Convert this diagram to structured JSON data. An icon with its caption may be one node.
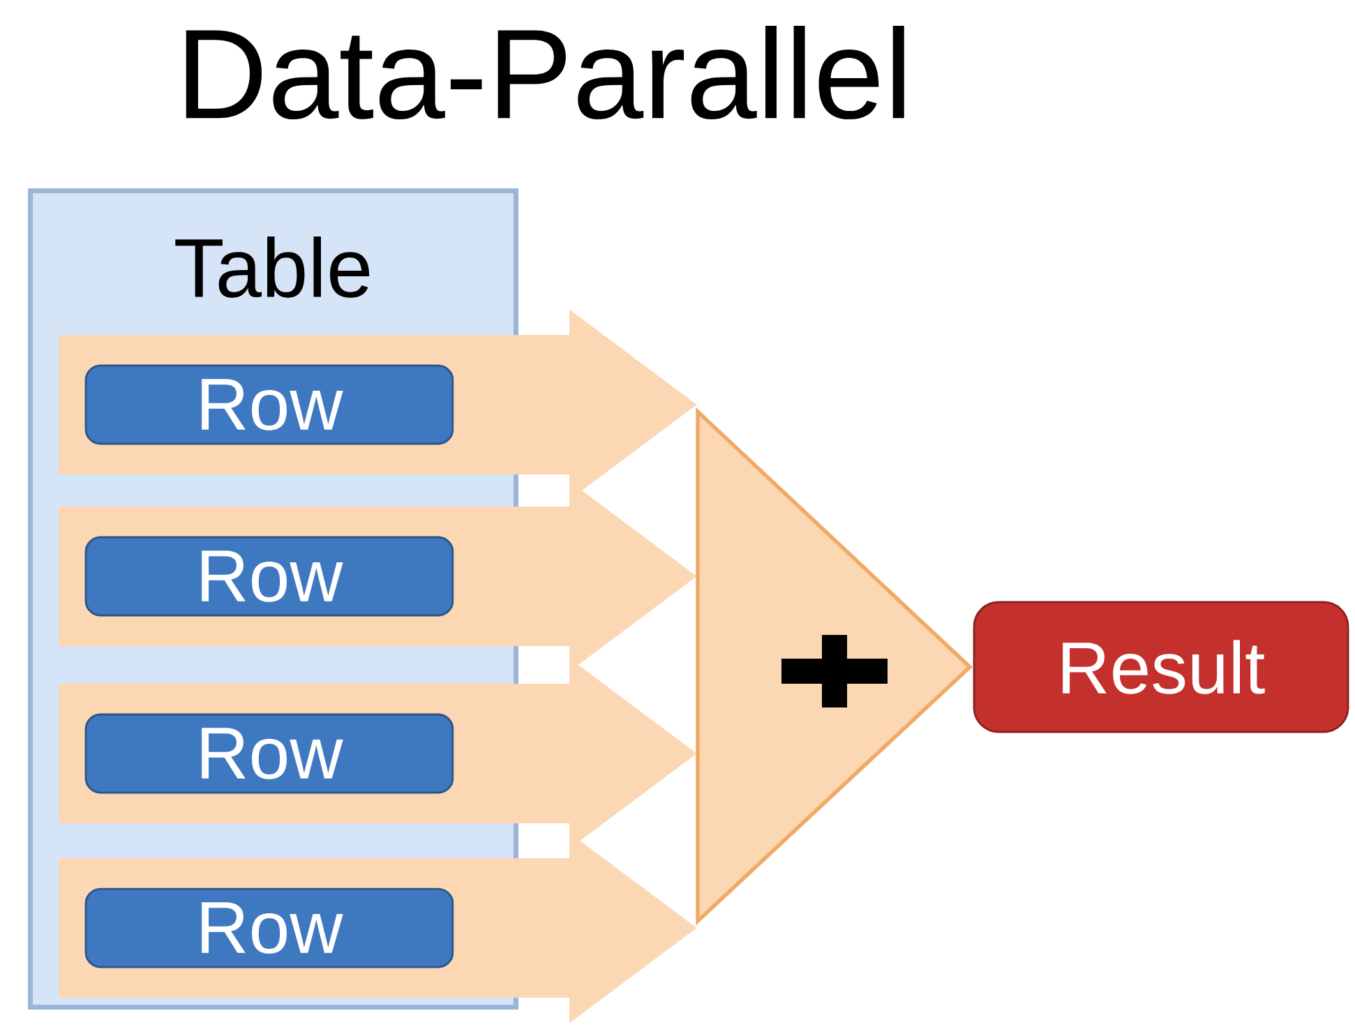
{
  "diagram": {
    "title": "Data-Parallel",
    "nodes": [
      {
        "text": [
          "Table"
        ]
      },
      {
        "text": [
          "Row"
        ],
        "in": 0
      },
      {
        "text": [
          "Row"
        ],
        "in": 0
      },
      {
        "text": [
          "Row"
        ],
        "in": 0
      },
      {
        "text": [
          "Row"
        ],
        "in": 0
      },
      {
        "text": [],
        "shape": "triangle"
      },
      {
        "text": [
          "Result"
        ]
      }
    ],
    "edges": [
      {
        "from": 1,
        "to": 5,
        "arrow": "to"
      },
      {
        "from": 2,
        "to": 5,
        "arrow": "to"
      },
      {
        "from": 3,
        "to": 5,
        "arrow": "to"
      },
      {
        "from": 4,
        "to": 5,
        "arrow": "to"
      }
    ]
  }
}
